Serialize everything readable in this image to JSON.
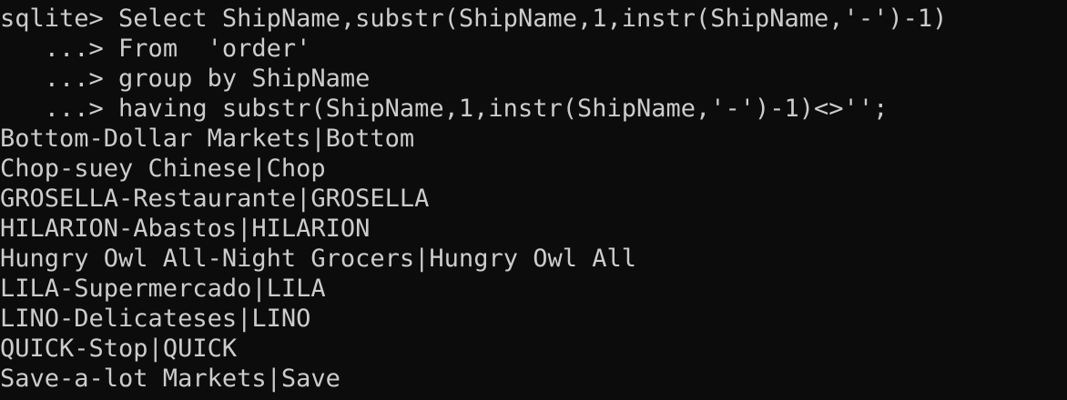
{
  "terminal": {
    "bg_color": "#0c0c0c",
    "fg_color": "#cccccc",
    "command": [
      {
        "prompt": "sqlite> ",
        "text": "Select ShipName,substr(ShipName,1,instr(ShipName,'-')-1)"
      },
      {
        "prompt": "   ...> ",
        "text": "From  'order'"
      },
      {
        "prompt": "   ...> ",
        "text": "group by ShipName"
      },
      {
        "prompt": "   ...> ",
        "text": "having substr(ShipName,1,instr(ShipName,'-')-1)<>'';"
      }
    ],
    "separator": "|",
    "results": [
      {
        "ship_name": "Bottom-Dollar Markets",
        "prefix": "Bottom"
      },
      {
        "ship_name": "Chop-suey Chinese",
        "prefix": "Chop"
      },
      {
        "ship_name": "GROSELLA-Restaurante",
        "prefix": "GROSELLA"
      },
      {
        "ship_name": "HILARION-Abastos",
        "prefix": "HILARION"
      },
      {
        "ship_name": "Hungry Owl All-Night Grocers",
        "prefix": "Hungry Owl All"
      },
      {
        "ship_name": "LILA-Supermercado",
        "prefix": "LILA"
      },
      {
        "ship_name": "LINO-Delicateses",
        "prefix": "LINO"
      },
      {
        "ship_name": "QUICK-Stop",
        "prefix": "QUICK"
      },
      {
        "ship_name": "Save-a-lot Markets",
        "prefix": "Save"
      }
    ]
  }
}
